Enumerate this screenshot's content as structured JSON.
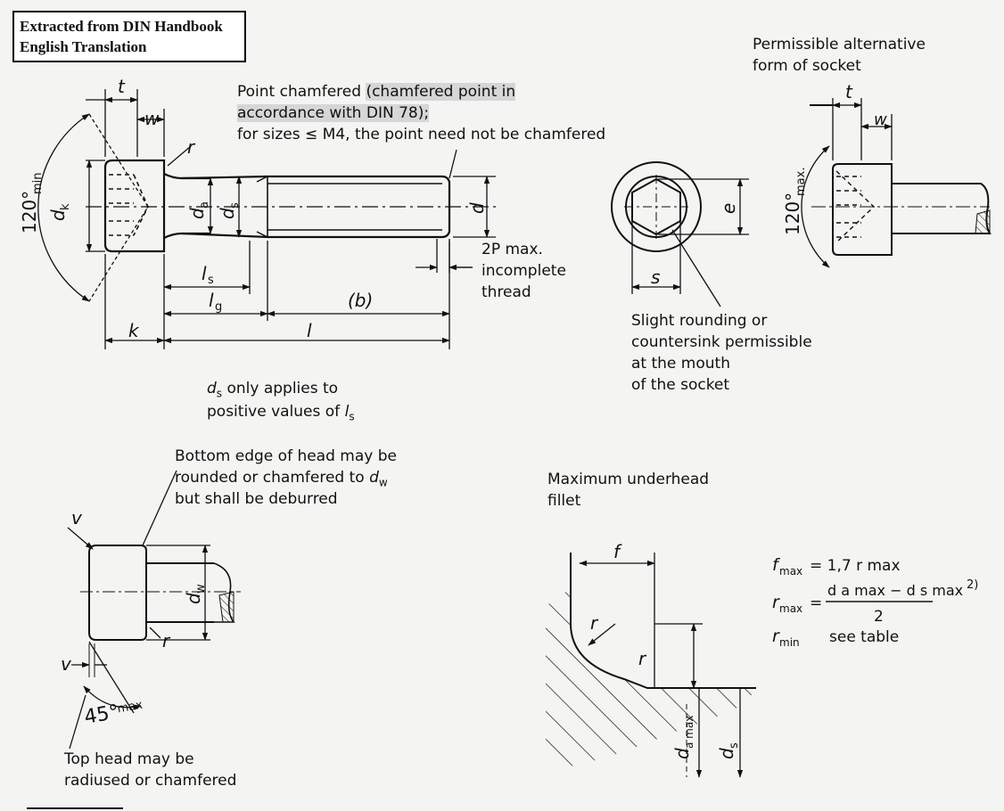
{
  "source_box": {
    "line1": "Extracted from DIN Handbook",
    "line2": "English Translation"
  },
  "notes": {
    "point_chamfered": {
      "prefix": "Point chamfered ",
      "highlight_1": "(chamfered point in",
      "highlight_2": "accordance with DIN 78);",
      "line3": "for sizes ≤ M4, the point need not be chamfered"
    },
    "permissible_alt": {
      "line1": "Permissible alternative",
      "line2": "form of socket"
    },
    "incomplete_thread": {
      "line1": "2P max.",
      "line2": "incomplete",
      "line3": "thread"
    },
    "slight_rounding": {
      "line1": "Slight rounding or",
      "line2": "countersink permissible",
      "line3": "at the mouth",
      "line4": "of the socket"
    },
    "ds_applies": {
      "line1_var": "d",
      "line1_sub": "s",
      "line1_rest": " only applies to",
      "line2_text": "positive values of ",
      "line2_var": "l",
      "line2_sub": "s"
    },
    "bottom_edge": {
      "line1": "Bottom edge of head may be",
      "line2_text": "rounded or chamfered to ",
      "line2_var": "d",
      "line2_sub": "w",
      "line3": "but shall be deburred"
    },
    "max_fillet": {
      "line1": "Maximum underhead",
      "line2": "fillet"
    },
    "top_head": {
      "line1": "Top head may be",
      "line2": "radiused or chamfered"
    }
  },
  "dimension_labels": {
    "t": "t",
    "w": "w",
    "r": "r",
    "dk": "d",
    "dk_sub": "k",
    "da": "d",
    "da_sub": "a",
    "ds": "d",
    "ds_sub": "s",
    "d": "d",
    "ls": "l",
    "ls_sub": "s",
    "lg": "l",
    "lg_sub": "g",
    "b": "(b)",
    "k": "k",
    "l": "l",
    "e": "e",
    "s": "s",
    "angle_min": "120°",
    "angle_min_sub": "min",
    "angle_max": "120°",
    "angle_max_sub": "max.",
    "v": "v",
    "dw": "d",
    "dw_sub": "w",
    "angle45": "45°",
    "angle45_sub": "max",
    "f": "f",
    "da_max": "d",
    "da_max_sub": "a max",
    "ds_small": "d",
    "ds_small_sub": "s"
  },
  "formulas": {
    "f_max": {
      "lhs": "f",
      "lhs_sub": "max",
      "rhs": "= 1,7 r max"
    },
    "r_max": {
      "lhs": "r",
      "lhs_sub": "max",
      "eq": "=",
      "numerator": "d a max − d s max",
      "footnote": "2)",
      "denominator": "2"
    },
    "r_min": {
      "lhs": "r",
      "lhs_sub": "min",
      "rhs": "see table"
    }
  }
}
